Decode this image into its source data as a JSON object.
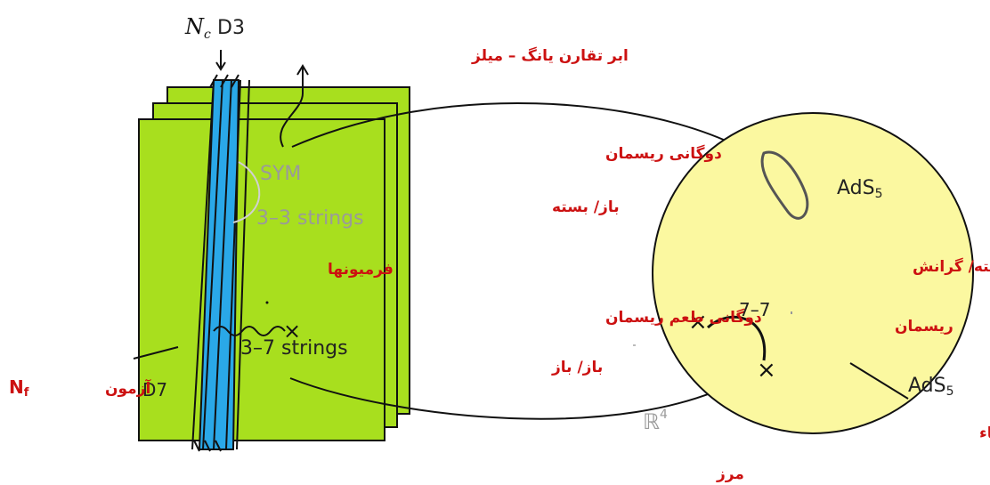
{
  "labels": {
    "nc_symbol": "N",
    "nc_sub": "c",
    "d3": "D3",
    "yang_mills_cloud": "ابر تقارن یانگ – میلز",
    "sym": "SYM",
    "strings_33": "3–3 strings",
    "fermions": "فرمیونها",
    "strings_37": "3–7 strings",
    "d7": "D7",
    "test": "آزمون",
    "nf": "N",
    "nf_sub": "f",
    "string_duality_line1": "دوگانی ریسمان",
    "string_duality_line2": "باز/ بسته",
    "flavor_duality_line1": "دوگانی طعم ریسمان",
    "flavor_duality_line2": "باز/ باز",
    "closed_strings_gravity": "ریسمانهای بسته/ گرانش",
    "string": "ریسمان",
    "strings_77": "7–7",
    "ads5_top": "AdS",
    "ads5_top_sub": "5",
    "ads5_right": "AdS",
    "ads5_right_sub": "5",
    "r4": "ℝ",
    "r4_sup": "4",
    "membrane": "غشاء",
    "boundary": "مرز"
  },
  "colors": {
    "sheet_green": "#a8df1e",
    "brane_blue": "#2aa8e8",
    "circle_yellow": "#fbf8a0",
    "persian_red": "#cc1111",
    "outline": "#111111"
  }
}
